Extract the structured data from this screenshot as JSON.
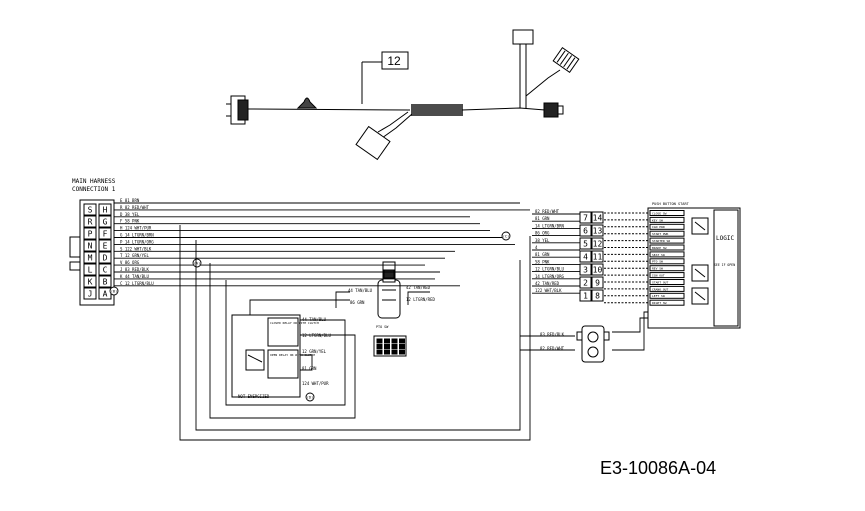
{
  "callout": "12",
  "main_harness": {
    "title_line1": "MAIN HARNESS",
    "title_line2": "CONNECTION 1"
  },
  "connector_cavities": [
    "H",
    "G",
    "F",
    "E",
    "D",
    "C",
    "B",
    "A",
    "S",
    "R",
    "P",
    "N",
    "M",
    "L",
    "K",
    "J"
  ],
  "left_wires": [
    {
      "pin": "E",
      "label": "81 BRN"
    },
    {
      "pin": "R",
      "label": "82 RED/WHT"
    },
    {
      "pin": "D",
      "label": "38 YEL"
    },
    {
      "pin": "F",
      "label": "58 PNK"
    },
    {
      "pin": "H",
      "label": "124 WHT/PUR"
    },
    {
      "pin": "G",
      "label": "14 LTGRN/BRN"
    },
    {
      "pin": "P",
      "label": "14 LTGRN/ORG"
    },
    {
      "pin": "S",
      "label": "122 WHT/BLK"
    },
    {
      "pin": "T",
      "label": "12 GRN/YEL"
    },
    {
      "pin": "V",
      "label": "86 ORG"
    },
    {
      "pin": "J",
      "label": "83 RED/BLK"
    },
    {
      "pin": "K",
      "label": "44 TAN/BLU"
    },
    {
      "pin": "C",
      "label": "12 LTGRN/BLU"
    }
  ],
  "badge_labels": [
    "(A)",
    "(B)",
    "(C)",
    "(D)"
  ],
  "switch_labels": {
    "wire1": "44 TAN/BLU",
    "wire2": "42 TAN/RED",
    "wire3": "86 GRN",
    "wire4": "12 LTGRN/RED",
    "label": "PTO SW"
  },
  "relay_labels": {
    "relay1": "CLOSED RELAY OR WITH CLUTCH",
    "relay2": "OPEN RELAY OR WITH CLUTCH",
    "w1": "44 TAN/BLU",
    "w2": "12 LTGRN/BLU",
    "w3": "12 GRN/YEL",
    "w4": "81 GRN",
    "w5": "124 WHT/PUR",
    "not_energized": "NOT ENERGIZED"
  },
  "right_wire_labels": [
    "82 RED/WHT",
    "81 GRN",
    "14 LTGRN/BRN",
    "86 ORG",
    "38 YEL",
    "4",
    "81 GRN",
    "58 PNK",
    "12 LTGRN/BLU",
    "14 LTGRN/ORG",
    "42 TAN/RED",
    "122 WHT/BLK"
  ],
  "pin_grid": [
    [
      "7",
      "14"
    ],
    [
      "6",
      "13"
    ],
    [
      "5",
      "12"
    ],
    [
      "4",
      "11"
    ],
    [
      "3",
      "10"
    ],
    [
      "2",
      "9"
    ],
    [
      "1",
      "8"
    ]
  ],
  "module": {
    "title": "PUSH BUTTON START",
    "logic": "LOGIC",
    "note": "SEE IF OPEN"
  },
  "module_pins": [
    "CLOSE SW",
    "KEY SW",
    "IGN PWR",
    "START PWR",
    "STARTER SW",
    "BRAKE SW",
    "SEAT SW",
    "PTO SW",
    "REV SW",
    "IGN OUT",
    "START OUT",
    "CRANK OUT",
    "LEFT SW",
    "RIGHT SW"
  ],
  "plug": {
    "wire1": "83 RED/BLK",
    "wire2": "82 RED/WHT"
  },
  "doc_id": "E3-10086A-04"
}
